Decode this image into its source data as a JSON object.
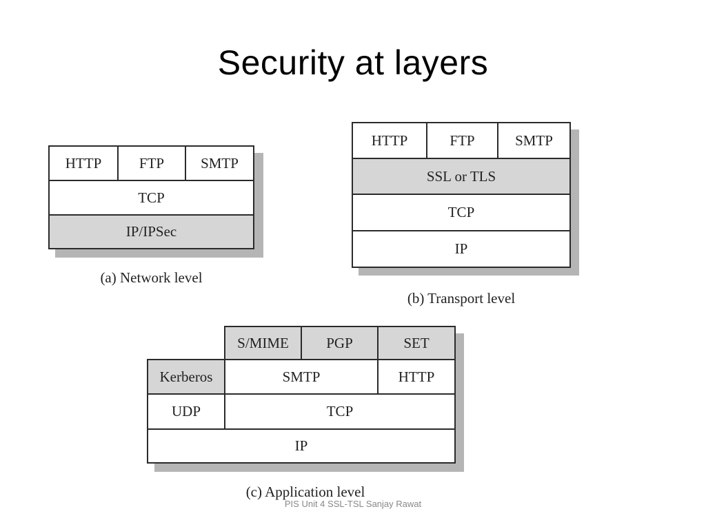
{
  "slide": {
    "title": "Security at layers",
    "footer": "PIS Unit 4 SSL-TSL Sanjay Rawat"
  },
  "network": {
    "caption": "(a) Network level",
    "http": "HTTP",
    "ftp": "FTP",
    "smtp": "SMTP",
    "tcp": "TCP",
    "ip": "IP/IPSec"
  },
  "transport": {
    "caption": "(b) Transport level",
    "http": "HTTP",
    "ftp": "FTP",
    "smtp": "SMTP",
    "ssl": "SSL or TLS",
    "tcp": "TCP",
    "ip": "IP"
  },
  "application": {
    "caption": "(c) Application level",
    "smime": "S/MIME",
    "pgp": "PGP",
    "set": "SET",
    "kerberos": "Kerberos",
    "smtp": "SMTP",
    "http": "HTTP",
    "udp": "UDP",
    "tcp": "TCP",
    "ip": "IP"
  },
  "colors": {
    "secure_layer": "#d6d6d6",
    "plain_layer": "#ffffff",
    "shadow": "#b5b5b5"
  }
}
